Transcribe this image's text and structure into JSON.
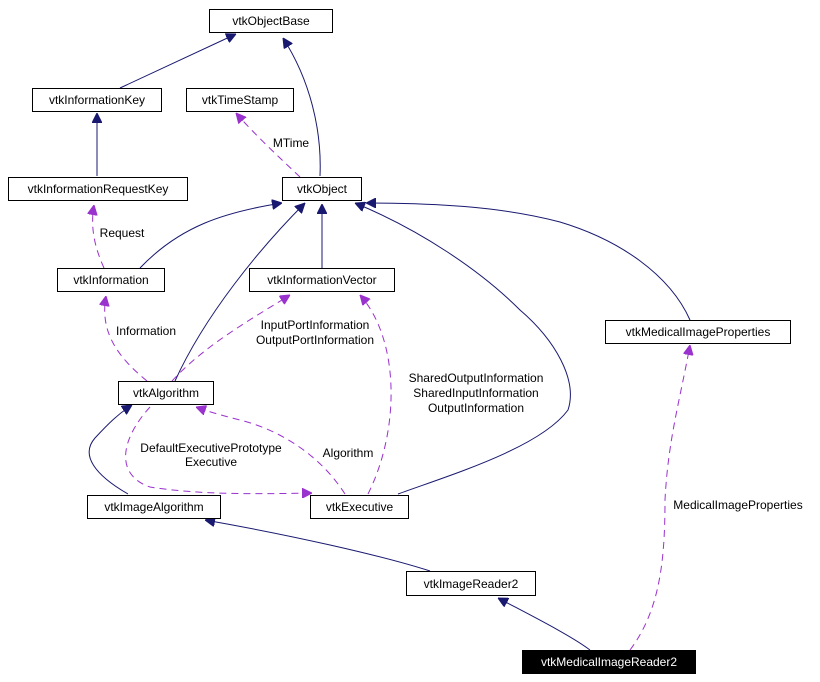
{
  "colors": {
    "inheritance": "#191970",
    "usage": "#9a32cd",
    "focus_bg": "#000000",
    "focus_fg": "#ffffff"
  },
  "nodes": {
    "vtkObjectBase": "vtkObjectBase",
    "vtkInformationKey": "vtkInformationKey",
    "vtkTimeStamp": "vtkTimeStamp",
    "vtkInformationRequestKey": "vtkInformationRequestKey",
    "vtkObject": "vtkObject",
    "vtkInformation": "vtkInformation",
    "vtkInformationVector": "vtkInformationVector",
    "vtkMedicalImageProperties": "vtkMedicalImageProperties",
    "vtkAlgorithm": "vtkAlgorithm",
    "vtkImageAlgorithm": "vtkImageAlgorithm",
    "vtkExecutive": "vtkExecutive",
    "vtkImageReader2": "vtkImageReader2",
    "vtkMedicalImageReader2": "vtkMedicalImageReader2"
  },
  "edge_labels": {
    "mtime": "MTime",
    "request": "Request",
    "information": "Information",
    "input_port_information": "InputPortInformation",
    "output_port_information": "OutputPortInformation",
    "shared_output_information": "SharedOutputInformation",
    "shared_input_information": "SharedInputInformation",
    "output_information": "OutputInformation",
    "default_executive_prototype": "DefaultExecutivePrototype",
    "executive": "Executive",
    "algorithm": "Algorithm",
    "medical_image_properties": "MedicalImageProperties"
  }
}
